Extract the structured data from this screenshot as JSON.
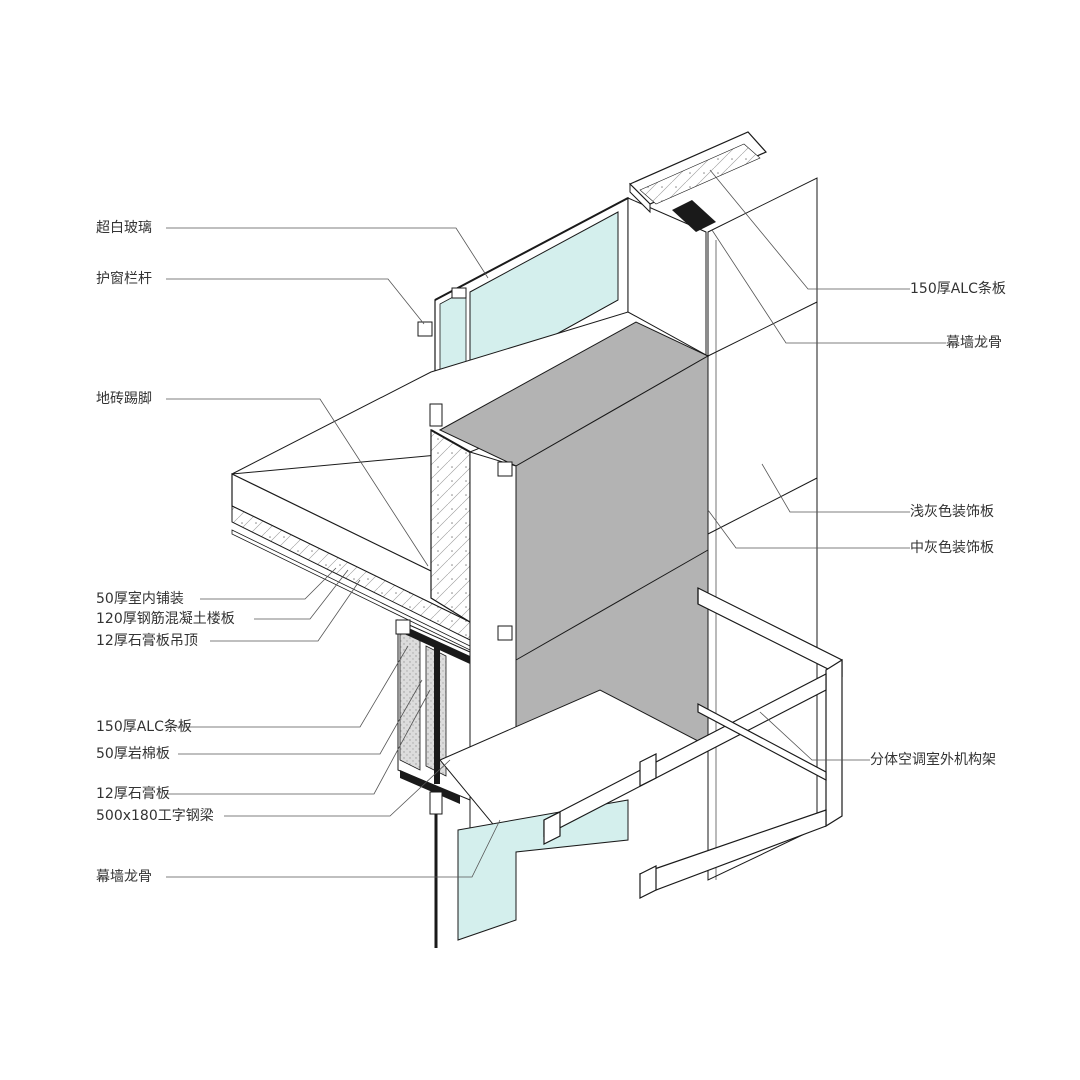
{
  "labels_left": [
    "超白玻璃",
    "护窗栏杆",
    "地砖踢脚",
    "50厚室内铺装",
    "120厚钢筋混凝土楼板",
    "12厚石膏板吊顶",
    "150厚ALC条板",
    "50厚岩棉板",
    "12厚石膏板",
    "500x180工字钢梁",
    "幕墙龙骨"
  ],
  "labels_right": [
    "150厚ALC条板",
    "幕墙龙骨",
    "浅灰色装饰板",
    "中灰色装饰板",
    "分体空调室外机构架"
  ],
  "colors": {
    "glass": "#d4efed",
    "panel_mid_gray": "#b3b3b3",
    "line": "#1a1a1a",
    "leader": "#555555",
    "insulation": "#cccccc"
  }
}
